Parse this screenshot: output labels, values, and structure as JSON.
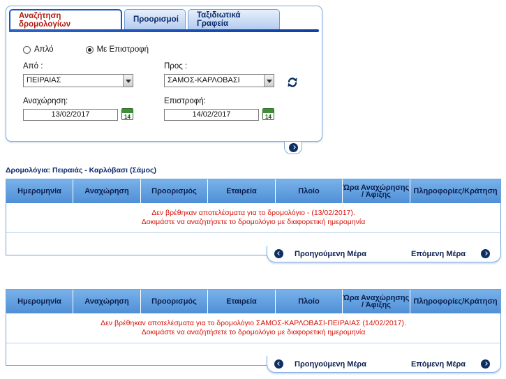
{
  "tabs": [
    {
      "label": "Αναζήτηση δρομολογίων",
      "active": true
    },
    {
      "label": "Προορισμοί",
      "active": false
    },
    {
      "label": "Ταξιδιωτικά Γραφεία",
      "active": false
    }
  ],
  "trip_type": {
    "options": [
      {
        "label": "Απλό",
        "checked": false
      },
      {
        "label": "Με Επιστροφή",
        "checked": true
      }
    ]
  },
  "search": {
    "from_label": "Από :",
    "from_value": "ΠΕΙΡΑΙΑΣ",
    "to_label": "Προς :",
    "to_value": "ΣΑΜΟΣ-ΚΑΡΛΟΒΑΣΙ",
    "departure_label": "Αναχώρηση:",
    "departure_date": "13/02/2017",
    "return_label": "Επιστροφή:",
    "return_date": "14/02/2017",
    "calendar_day": "14"
  },
  "route_title": "Δρομολόγια: Πειραιάς - Καρλόβασι (Σάμος)",
  "columns": [
    "Ημερομηνία",
    "Αναχώρηση",
    "Προορισμός",
    "Εταιρεία",
    "Πλοίο",
    "Ώρα Αναχώρησης / Άφιξης",
    "Πληροφορίες/Κράτηση"
  ],
  "outbound": {
    "message_line1": "Δεν βρέθηκαν αποτελέσματα για το δρομολόγιο - (13/02/2017).",
    "message_line2": "Δοκιμάστε να αναζητήσετε το δρομολόγιο με διαφορετική ημερομηνία"
  },
  "return": {
    "message_line1": "Δεν βρέθηκαν αποτελέσματα για το δρομολόγιο ΣΑΜΟΣ-ΚΑΡΛΟΒΑΣΙ-ΠΕΙΡΑΙΑΣ (14/02/2017).",
    "message_line2": "Δοκιμάστε να αναζητήσετε το δρομολόγιο με διαφορετική ημερομηνία"
  },
  "pager": {
    "prev_label": "Προηγούμενη Μέρα",
    "next_label": "Επόμενη Μέρα"
  },
  "colors": {
    "active_tab_text": "#b01d12",
    "header_blue": "#4f8fd6",
    "error_red": "#d4120a",
    "navy": "#0b2b6b"
  }
}
